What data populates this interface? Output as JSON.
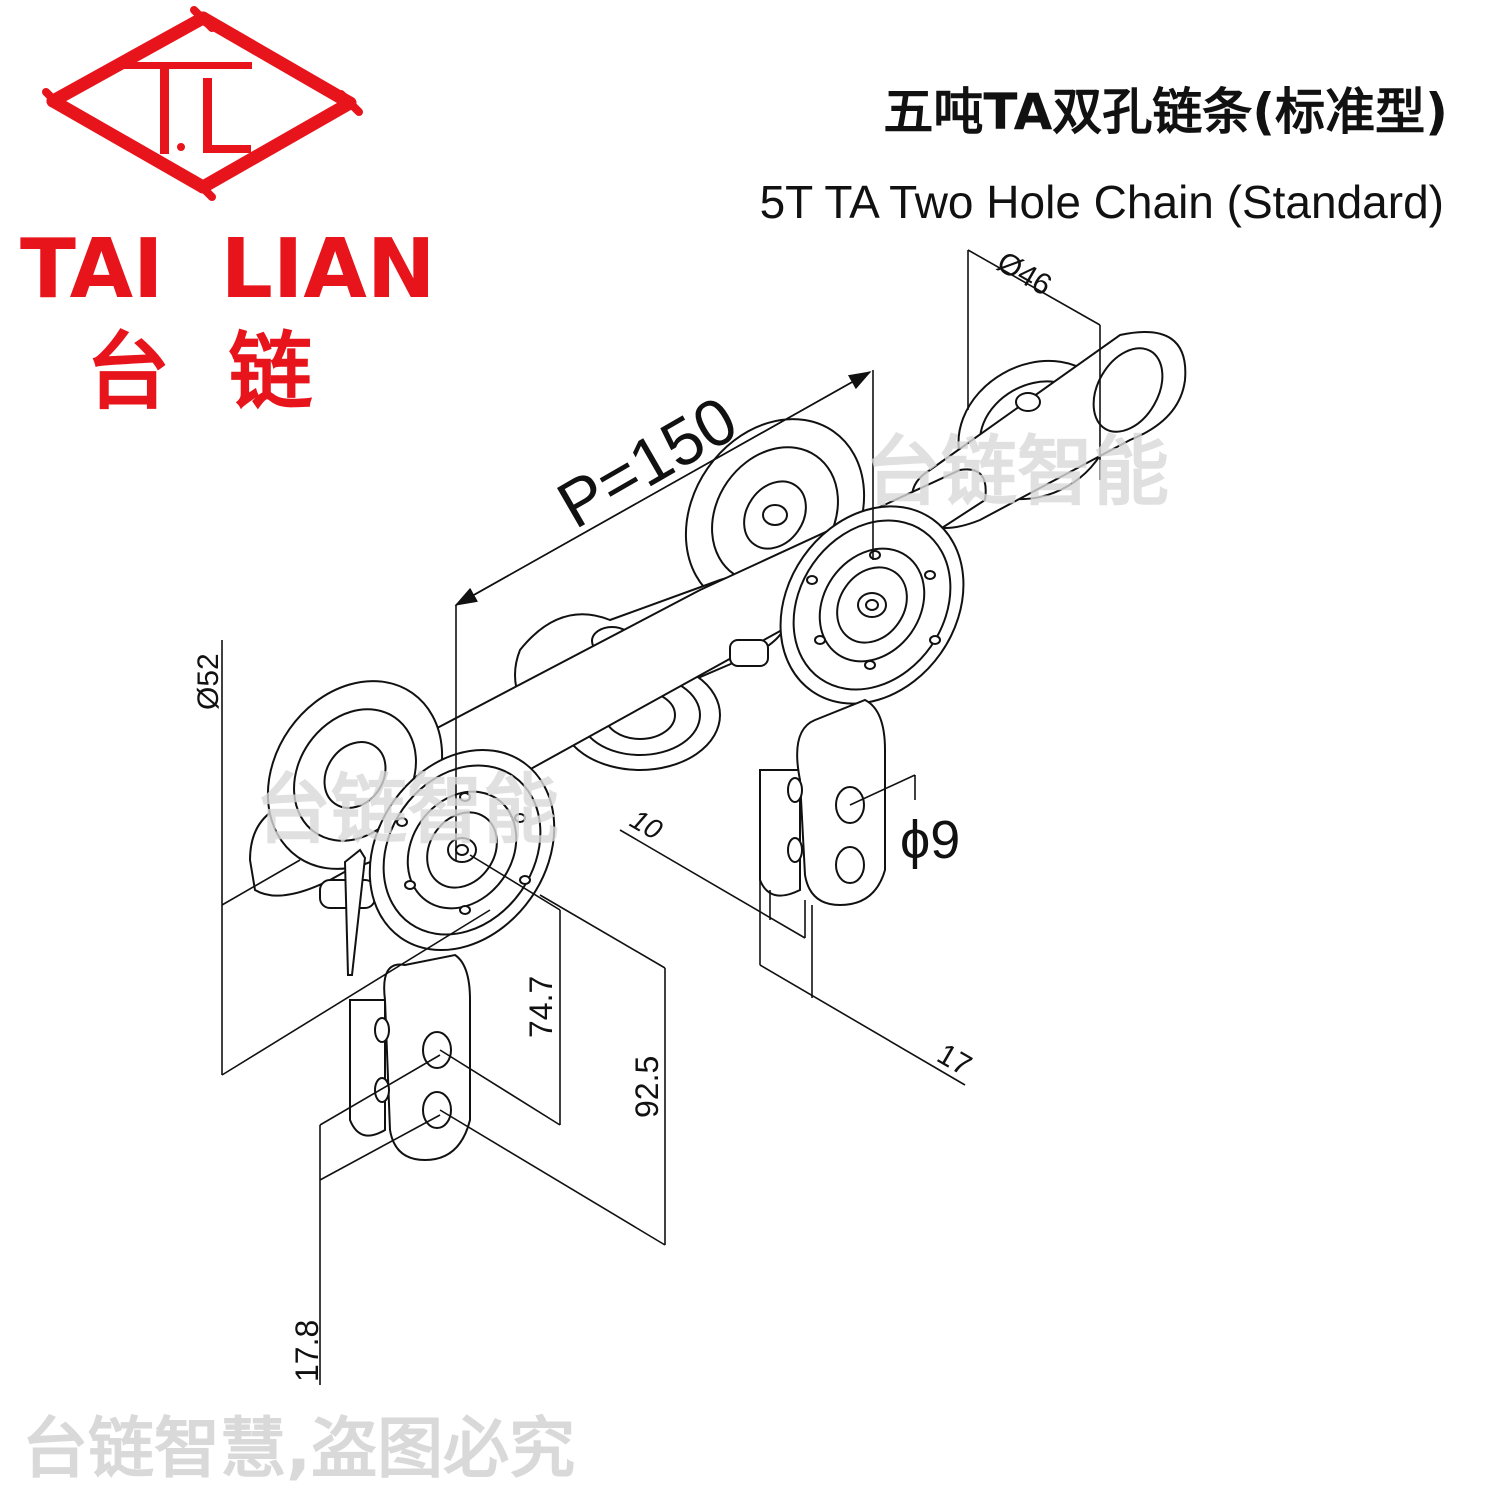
{
  "logo": {
    "monogram": "TL",
    "brand_en": "TAI  LIAN",
    "brand_cn": "台  链",
    "color": "#e8141b"
  },
  "title": {
    "cn": "五吨TA双孔链条(标准型)",
    "en": "5T TA Two Hole Chain (Standard)"
  },
  "dimensions": {
    "pitch": "P=150",
    "roller_diameter": "Ø46",
    "wheel_diameter": "Ø52",
    "hole_diameter": "ϕ9",
    "thickness_10": "10",
    "width_17": "17",
    "height_74_7": "74.7",
    "height_92_5": "92.5",
    "hole_spacing": "17.8"
  },
  "watermarks": {
    "top": "台链智能",
    "middle": "台链智能",
    "bottom": "台链智慧,盗图必究"
  }
}
